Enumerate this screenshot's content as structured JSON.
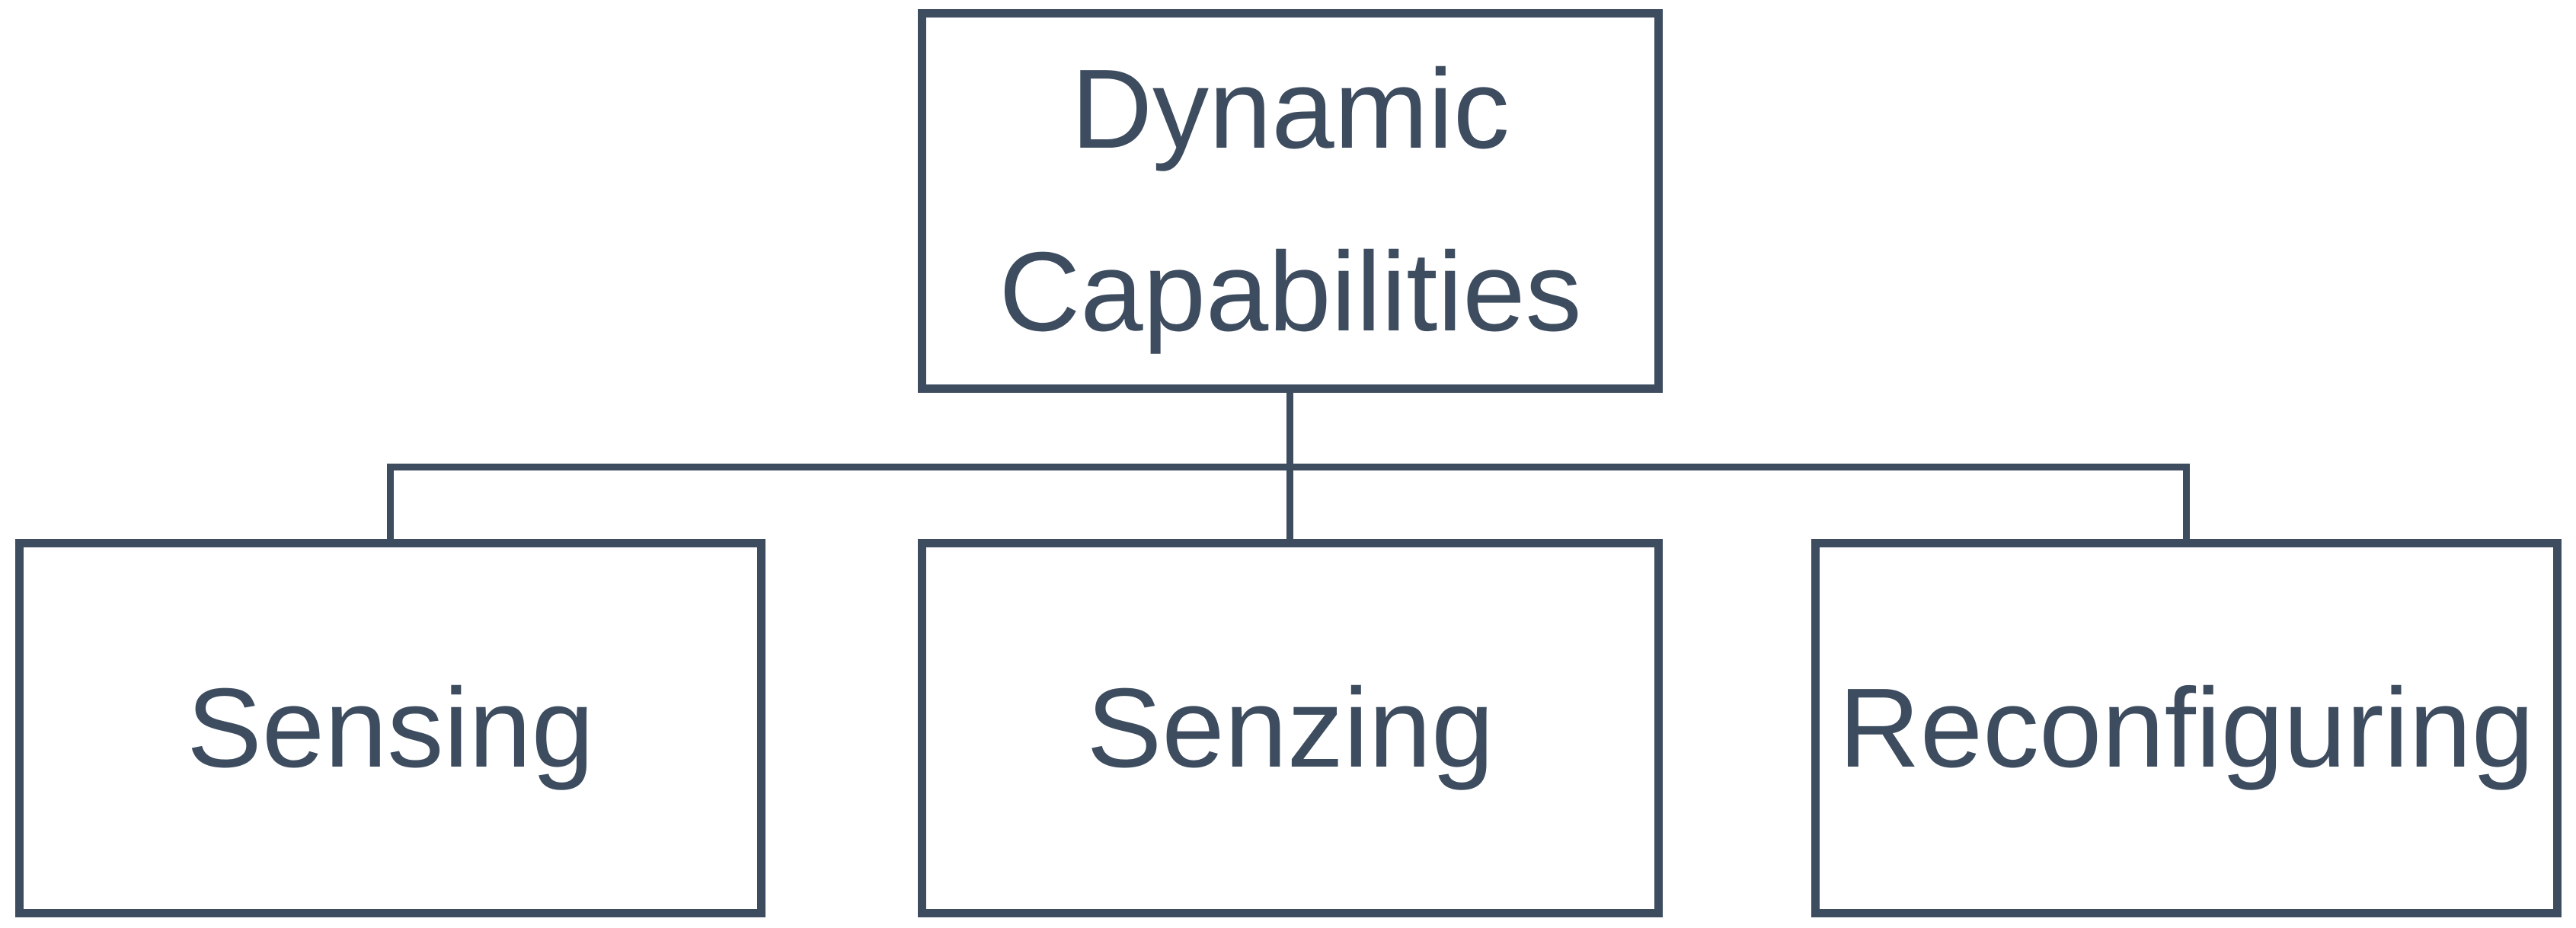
{
  "diagram": {
    "root": {
      "label": "Dynamic Capabilities"
    },
    "children": [
      {
        "label": "Sensing"
      },
      {
        "label": "Senzing"
      },
      {
        "label": "Reconfiguring"
      }
    ]
  },
  "colors": {
    "stroke": "#3D4C5F",
    "text": "#3D4C5F",
    "background": "#FFFFFF"
  }
}
